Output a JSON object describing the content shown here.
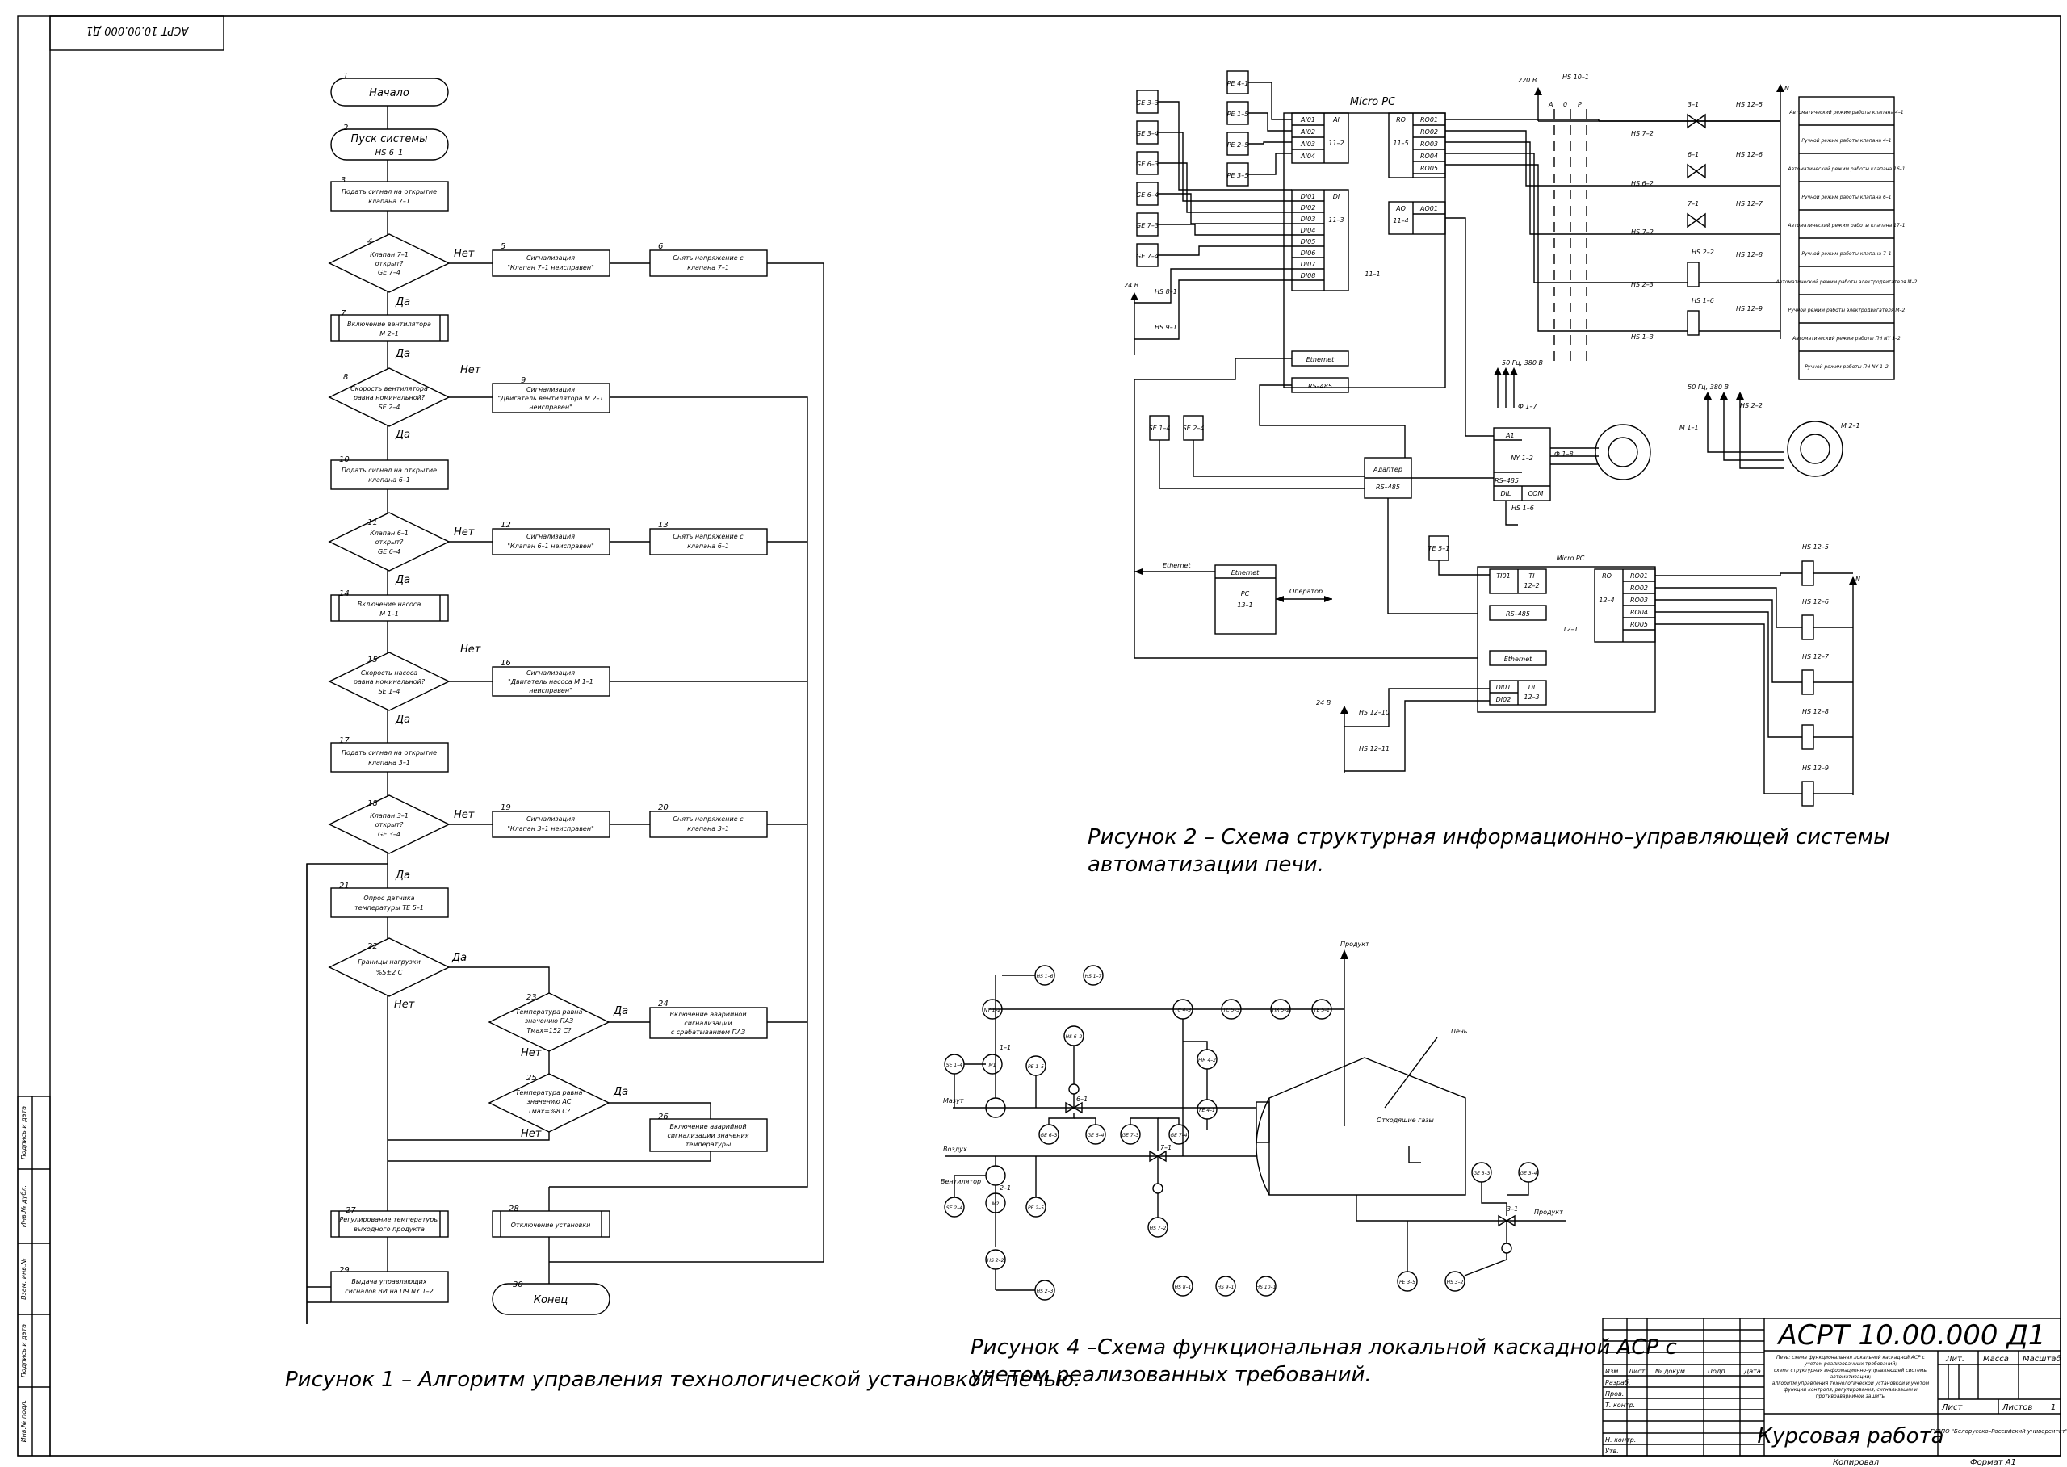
{
  "sheet": {
    "corner_code": "АСРТ 10.00.000 Д1",
    "side_labels": [
      "Инв.№ подл.",
      "Подпись и дата",
      "Взам. инв.№",
      "Инв.№ дубл.",
      "Подпись и дата"
    ],
    "copied": "Копировал",
    "format": "Формат А1"
  },
  "figure1": {
    "caption": "Рисунок 1 – Алгоритм управления технологической установкой–печью.",
    "yes": "Да",
    "no": "Нет",
    "blocks": [
      {
        "n": "1",
        "lines": [
          "Начало"
        ]
      },
      {
        "n": "2",
        "lines": [
          "Пуск системы",
          "HS 6–1"
        ]
      },
      {
        "n": "3",
        "lines": [
          "Подать сигнал на открытие",
          "клапана 7–1"
        ]
      },
      {
        "n": "4",
        "lines": [
          "Клапан 7–1",
          "открыт?",
          "GE 7–4"
        ]
      },
      {
        "n": "5",
        "lines": [
          "Сигнализация",
          "\"Клапан 7–1 неисправен\""
        ]
      },
      {
        "n": "6",
        "lines": [
          "Снять напряжение с",
          "клапана 7–1"
        ]
      },
      {
        "n": "7",
        "lines": [
          "Включение вентилятора",
          "М 2–1"
        ]
      },
      {
        "n": "8",
        "lines": [
          "Скорость вентилятора",
          "равна номинальной?",
          "SE 2–4"
        ]
      },
      {
        "n": "9",
        "lines": [
          "Сигнализация",
          "\"Двигатель вентилятора М 2–1",
          "неисправен\""
        ]
      },
      {
        "n": "10",
        "lines": [
          "Подать сигнал на открытие",
          "клапана 6–1"
        ]
      },
      {
        "n": "11",
        "lines": [
          "Клапан 6–1",
          "открыт?",
          "GE 6–4"
        ]
      },
      {
        "n": "12",
        "lines": [
          "Сигнализация",
          "\"Клапан 6–1 неисправен\""
        ]
      },
      {
        "n": "13",
        "lines": [
          "Снять напряжение с",
          "клапана 6–1"
        ]
      },
      {
        "n": "14",
        "lines": [
          "Включение насоса",
          "М 1–1"
        ]
      },
      {
        "n": "15",
        "lines": [
          "Скорость насоса",
          "равна номинальной?",
          "SE 1–4"
        ]
      },
      {
        "n": "16",
        "lines": [
          "Сигнализация",
          "\"Двигатель насоса М 1–1",
          "неисправен\""
        ]
      },
      {
        "n": "17",
        "lines": [
          "Подать сигнал на открытие",
          "клапана 3–1"
        ]
      },
      {
        "n": "18",
        "lines": [
          "Клапан 3–1",
          "открыт?",
          "GE 3–4"
        ]
      },
      {
        "n": "19",
        "lines": [
          "Сигнализация",
          "\"Клапан 3–1 неисправен\""
        ]
      },
      {
        "n": "20",
        "lines": [
          "Снять напряжение с",
          "клапана 3–1"
        ]
      },
      {
        "n": "21",
        "lines": [
          "Опрос датчика",
          "температуры TE 5–1"
        ]
      },
      {
        "n": "22",
        "lines": [
          "Границы нагрузки",
          "%Ѕ±2 С"
        ]
      },
      {
        "n": "23",
        "lines": [
          "Температура равна",
          "значению ПАЗ",
          "Тмах=152 С?"
        ]
      },
      {
        "n": "24",
        "lines": [
          "Включение аварийной",
          "сигнализации",
          "с срабатыванием ПАЗ"
        ]
      },
      {
        "n": "25",
        "lines": [
          "Температура равна",
          "значению АС",
          "Тмах=%8 С?"
        ]
      },
      {
        "n": "26",
        "lines": [
          "Включение аварийной",
          "сигнализации значения",
          "температуры"
        ]
      },
      {
        "n": "27",
        "lines": [
          "Регулирование температуры",
          "выходного продукта"
        ]
      },
      {
        "n": "28",
        "lines": [
          "Отключение установки"
        ]
      },
      {
        "n": "29",
        "lines": [
          "Выдача управляющих",
          "сигналов ВИ на ПЧ NY 1–2"
        ]
      },
      {
        "n": "30",
        "lines": [
          "Конец"
        ]
      }
    ]
  },
  "figure2": {
    "caption_line1": "Рисунок 2 – Схема структурная  информационно–управляющей системы",
    "caption_line2": "автоматизации печи.",
    "plc1": {
      "title": "Micro PC",
      "tag": "11–1",
      "ai": [
        "AI01",
        "AI02",
        "AI03",
        "AI04"
      ],
      "ai_label": "AI",
      "ai_tag": "11–2",
      "di": [
        "DI01",
        "DI02",
        "DI03",
        "DI04",
        "DI05",
        "DI06",
        "DI07",
        "DI08"
      ],
      "di_label": "DI",
      "di_tag": "11–3",
      "ro": [
        "RO01",
        "RO02",
        "RO03",
        "RO04",
        "RO05"
      ],
      "ro_label": "RO",
      "ro_tag": "11–5",
      "ao": "AO01",
      "ao_label": "AO",
      "ao_tag": "11–4",
      "eth": "Ethernet",
      "rs": "RS–485"
    },
    "plc2": {
      "title": "Micro PC",
      "tag": "12–1",
      "ti": "TI01",
      "ti_label": "TI",
      "ti_tag": "12–2",
      "ro": [
        "RO01",
        "RO02",
        "RO03",
        "RO04",
        "RO05"
      ],
      "ro_label": "RO",
      "ro_tag": "12–4",
      "rs": "RS–485",
      "eth": "Ethernet",
      "di": [
        "DI01",
        "DI02"
      ],
      "di_label": "DI",
      "di_tag": "12–3"
    },
    "pc": {
      "eth": "Ethernet",
      "title": "PC",
      "tag": "13–1",
      "arrow": "Ethernet",
      "operator": "Оператор"
    },
    "sensors_left": [
      "GE 3–3",
      "GE 3–4",
      "GE 6–3",
      "GE 6–4",
      "GE 7–3",
      "GE 7–4"
    ],
    "sensors_pe": [
      "PE 4–1",
      "PE 1–5",
      "PE 2–5",
      "PE 3–5"
    ],
    "hs_left": [
      "HS 8–1",
      "HS 9–1"
    ],
    "hs_bottom": [
      "HS 12–10",
      "HS 12–11"
    ],
    "v24": "24 В",
    "v220": "220 В",
    "hs10": "HS 10–1",
    "apr": [
      "A",
      "0",
      "Р"
    ],
    "se": [
      "SE 1–4",
      "SE 2–4"
    ],
    "adapter": [
      "Адаптер",
      "RS–485"
    ],
    "ny": {
      "f": "Ф 1–7",
      "a1": "A1",
      "name": "NY 1–2",
      "f2": "Ф 1–8",
      "rs": "RS–485",
      "dil": "DIL",
      "com": "COM"
    },
    "hs16": "HS 1–6",
    "m11": "М 1–1",
    "m21": "М 2–1",
    "power": "50 Гц, 380 В",
    "hs22": "HS 2–2",
    "te51": "TE 5–1",
    "n": "N",
    "valves": [
      "3–1",
      "6–1",
      "7–1"
    ],
    "relays_top": [
      "HS 12–5",
      "HS 12–6",
      "HS 12–7",
      "HS 12–8",
      "HS 12–9"
    ],
    "contacts": [
      "HS 7–2",
      "HS 6–2",
      "HS 7–2",
      "HS 2–3",
      "HS 1–3",
      "HS 2–2",
      "HS 1–6"
    ],
    "legend": [
      "Автоматический режим работы клапана 4–1",
      "Ручной режим работы клапана 4–1",
      "Автоматический режим работы клапана 16–1",
      "Ручной режим работы клапана 6–1",
      "Автоматический режим работы клапана 17–1",
      "Ручной режим работы клапана 7–1",
      "Автоматический режим работы электродвигателя М–2",
      "Ручной режим работы электродвигателя М–2",
      "Автоматический режим работы ПЧ NY 1–2",
      "Ручной режим работы ПЧ NY 1–2"
    ],
    "right_relays": [
      "HS 12–5",
      "HS 12–6",
      "HS 12–7",
      "HS 12–8",
      "HS 12–9"
    ]
  },
  "figure4": {
    "caption_line1": "Рисунок 4 –Схема функциональная локальной каскадной АСР с",
    "caption_line2": "учетом реализованных требований.",
    "product_top": "Продукт",
    "furnace": "Печь",
    "mazut": "Мазут",
    "air": "Воздух",
    "fan": "Вентилятор",
    "exhaust": "Отходящие газы",
    "product_right": "Продукт",
    "bubbles": [
      "HS 1–6",
      "HS 1–7",
      "NY 1–2",
      "SE 1–4",
      "M1",
      "PE 1–5",
      "HS 6–2",
      "GE 6–3",
      "GE 6–4",
      "TC 4–3",
      "TC 5–3",
      "TIR 5–2",
      "TE 5–1",
      "FIR 4–2",
      "FE 4–1",
      "GE 7–3",
      "GE 7–4",
      "HS 7–2",
      "SE 2–4",
      "M2",
      "PE 2–5",
      "HS 2–2",
      "HS 2–3",
      "HS 8–1",
      "HS 9–1",
      "HS 10–1",
      "GE 3–3",
      "GE 3–4",
      "PE 3–5",
      "HS 3–2"
    ],
    "valve_tags": [
      "1–1",
      "6–1",
      "7–1",
      "2–1",
      "3–1"
    ]
  },
  "title_block": {
    "code": "АСРТ 10.00.000 Д1",
    "doc_title": "Курсовая работа",
    "org": "ГУВПО \"Белорусско–Российский университет\"",
    "description": [
      "Печь: схема функциональная локальной каскадной АСР с",
      "учетом реализованных требований;",
      "схема структурная информационно–управляющей системы",
      "автоматизации;",
      "алгоритм управления технологической установкой и учетом",
      "функции контроля, регулирования, сигнализации и",
      "противоаварийной защиты"
    ],
    "cols": [
      "Изм",
      "Лист",
      "№ докум.",
      "Подп.",
      "Дата"
    ],
    "rows": [
      "Разраб.",
      "Пров.",
      "Т. контр.",
      "",
      "Н. контр.",
      "Утв."
    ],
    "lit": "Лит.",
    "mass": "Масса",
    "scale": "Масштаб",
    "sheet": "Лист",
    "sheets": "Листов",
    "sheets_val": "1"
  }
}
